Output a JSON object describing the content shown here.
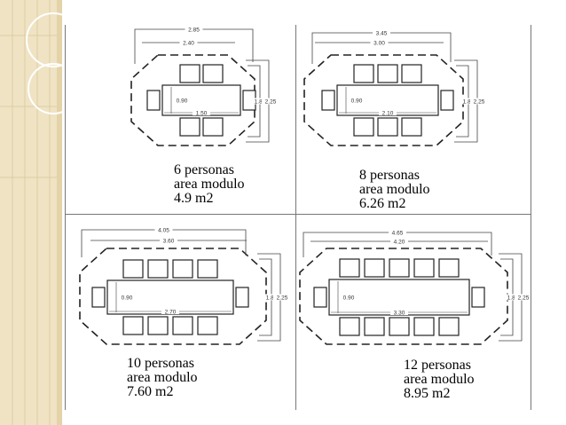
{
  "slide": {
    "sidebar_colors": {
      "base": "#efe3c4",
      "stripe": "#d8c48f",
      "ring": "#ffffff"
    }
  },
  "panels": [
    {
      "id": "6",
      "labels": {
        "outer_width": "2.85",
        "inner_width": "2.40",
        "table_length": "1.50",
        "table_width": "0.90",
        "inner_depth": "1.80",
        "outer_depth": "2.25"
      },
      "caption": [
        "6 personas",
        "area modulo",
        "4.9 m2"
      ],
      "chairs_per_side": 2
    },
    {
      "id": "8",
      "labels": {
        "outer_width": "3.45",
        "inner_width": "3.00",
        "table_length": "2.10",
        "table_width": "0.90",
        "inner_depth": "1.80",
        "outer_depth": "2.25"
      },
      "caption": [
        "8 personas",
        "area modulo",
        "6.26 m2"
      ],
      "chairs_per_side": 3
    },
    {
      "id": "10",
      "labels": {
        "outer_width": "4.05",
        "inner_width": "3.60",
        "table_length": "2.70",
        "table_width": "0.90",
        "inner_depth": "1.80",
        "outer_depth": "2.25"
      },
      "caption": [
        "10 personas",
        "area modulo",
        "7.60 m2"
      ],
      "chairs_per_side": 4
    },
    {
      "id": "12",
      "labels": {
        "outer_width": "4.65",
        "inner_width": "4.20",
        "table_length": "3.30",
        "table_width": "0.90",
        "inner_depth": "1.80",
        "outer_depth": "2.25"
      },
      "caption": [
        "12 personas",
        "area modulo",
        "8.95 m2"
      ],
      "chairs_per_side": 5
    }
  ]
}
